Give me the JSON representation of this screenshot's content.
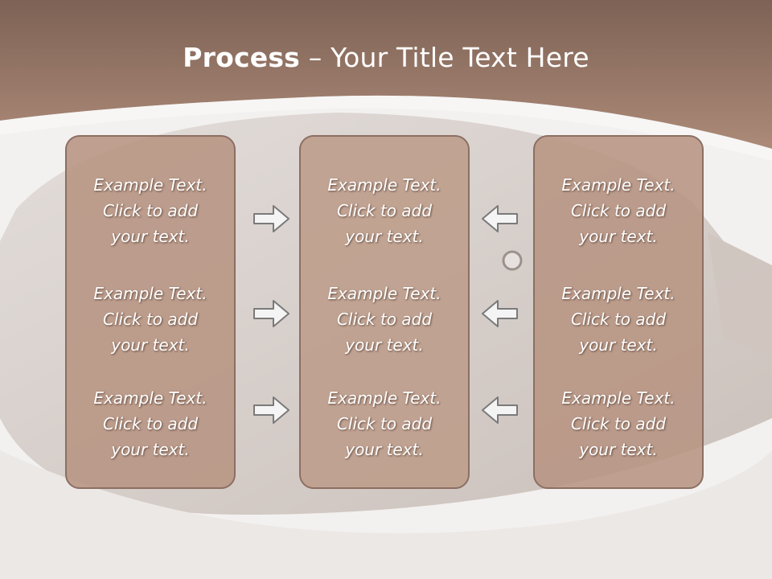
{
  "title": {
    "bold": "Process",
    "rest": " – Your Title Text Here"
  },
  "columns": [
    {
      "items": [
        [
          "Example Text.",
          "Click  to add",
          "your text."
        ],
        [
          "Example Text.",
          "Click  to add",
          "your text."
        ],
        [
          "Example Text.",
          "Click  to add",
          "your text."
        ]
      ]
    },
    {
      "items": [
        [
          "Example Text.",
          "Click  to add",
          "your text."
        ],
        [
          "Example Text.",
          "Click  to add",
          "your text."
        ],
        [
          "Example Text.",
          "Click  to add",
          "your text."
        ]
      ]
    },
    {
      "items": [
        [
          "Example Text.",
          "Click  to add",
          "your text."
        ],
        [
          "Example Text.",
          "Click  to add",
          "your text."
        ],
        [
          "Example Text.",
          "Click  to add",
          "your text."
        ]
      ]
    }
  ],
  "arrows": {
    "left_group": "right-arrow-icon",
    "right_group": "left-arrow-icon"
  },
  "colors": {
    "header": "#a58070",
    "box_fill": "#b79482",
    "box_border": "#8c6f63"
  }
}
